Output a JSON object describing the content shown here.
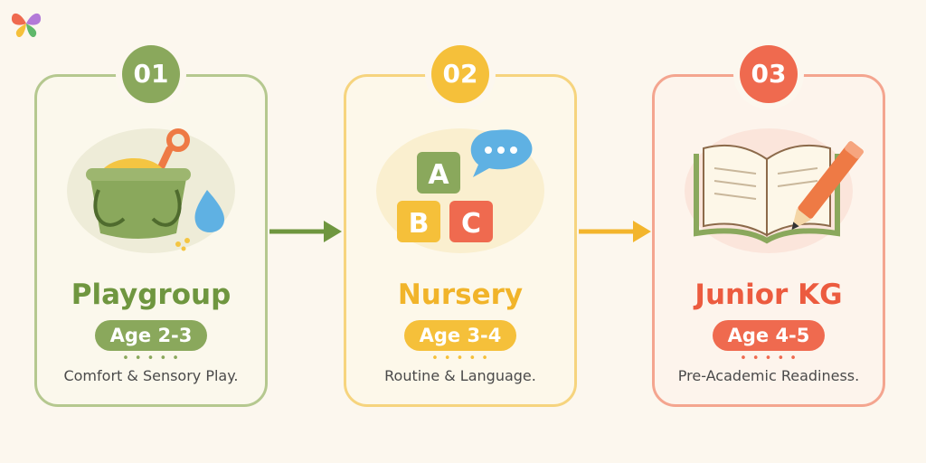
{
  "stages": [
    {
      "number": "01",
      "title": "Playgroup",
      "age": "Age 2-3",
      "description": "Comfort & Sensory Play.",
      "color": "#8aa85c",
      "title_color": "#6f963f",
      "illustration": "sand-bucket-icon"
    },
    {
      "number": "02",
      "title": "Nursery",
      "age": "Age 3-4",
      "description": "Routine & Language.",
      "color": "#f5c03a",
      "title_color": "#f1b42a",
      "illustration": "abc-blocks-icon",
      "blocks": [
        "A",
        "B",
        "C"
      ]
    },
    {
      "number": "03",
      "title": "Junior KG",
      "age": "Age 4-5",
      "description": "Pre-Academic Readiness.",
      "color": "#ef6a4f",
      "title_color": "#ec5b3f",
      "illustration": "book-pencil-icon"
    }
  ],
  "arrows": [
    {
      "icon": "arrow-right-icon",
      "color": "#6f963f"
    },
    {
      "icon": "arrow-right-icon",
      "color": "#f3b52c"
    }
  ],
  "logo": {
    "icon": "butterfly-logo-icon"
  }
}
